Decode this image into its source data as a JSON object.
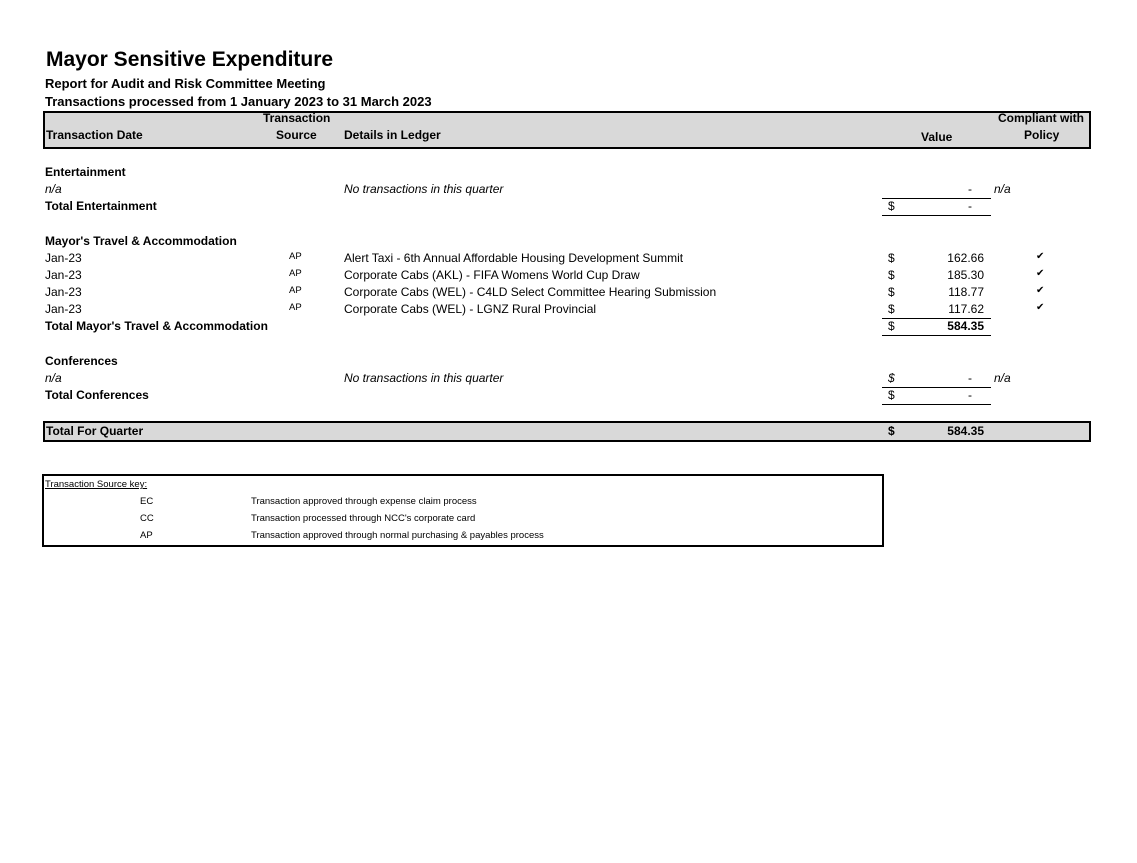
{
  "report": {
    "title": "Mayor Sensitive Expenditure",
    "subtitle1": "Report for Audit and Risk Committee Meeting",
    "subtitle2": "Transactions processed from 1 January 2023 to 31 March 2023"
  },
  "header": {
    "transaction_date": "Transaction Date",
    "source_line1": "Transaction",
    "source_line2": "Source",
    "details": "Details in Ledger",
    "value": "Value",
    "compliant_line1": "Compliant with",
    "compliant_line2": "Policy"
  },
  "entertainment": {
    "heading": "Entertainment",
    "row_date": "n/a",
    "row_details": "No transactions in this quarter",
    "row_value": "-",
    "row_compliant": "n/a",
    "total_label": "Total Entertainment",
    "total_currency": "$",
    "total_value": "-"
  },
  "travel": {
    "heading": "Mayor's Travel & Accommodation",
    "rows": [
      {
        "date": "Jan-23",
        "source": "AP",
        "details": "Alert Taxi - 6th Annual Affordable Housing Development Summit",
        "currency": "$",
        "value": "162.66",
        "compliant": "✔"
      },
      {
        "date": "Jan-23",
        "source": "AP",
        "details": "Corporate Cabs (AKL) - FIFA Womens World Cup Draw",
        "currency": "$",
        "value": "185.30",
        "compliant": "✔"
      },
      {
        "date": "Jan-23",
        "source": "AP",
        "details": "Corporate Cabs (WEL) - C4LD Select Committee Hearing Submission",
        "currency": "$",
        "value": "118.77",
        "compliant": "✔"
      },
      {
        "date": "Jan-23",
        "source": "AP",
        "details": "Corporate Cabs (WEL) - LGNZ Rural Provincial",
        "currency": "$",
        "value": "117.62",
        "compliant": "✔"
      }
    ],
    "total_label": "Total Mayor's Travel & Accommodation",
    "total_currency": "$",
    "total_value": "584.35"
  },
  "conferences": {
    "heading": "Conferences",
    "row_date": "n/a",
    "row_details": "No transactions in this quarter",
    "row_currency": "$",
    "row_value": "-",
    "row_compliant": "n/a",
    "total_label": "Total Conferences",
    "total_currency": "$",
    "total_value": "-"
  },
  "quarter_total": {
    "label": "Total For Quarter",
    "currency": "$",
    "value": "584.35"
  },
  "key": {
    "title": "Transaction Source key:",
    "items": [
      {
        "code": "EC",
        "description": "Transaction approved through expense claim  process"
      },
      {
        "code": "CC",
        "description": "Transaction processed through NCC's corporate card"
      },
      {
        "code": "AP",
        "description": "Transaction approved through normal purchasing & payables process"
      }
    ]
  }
}
